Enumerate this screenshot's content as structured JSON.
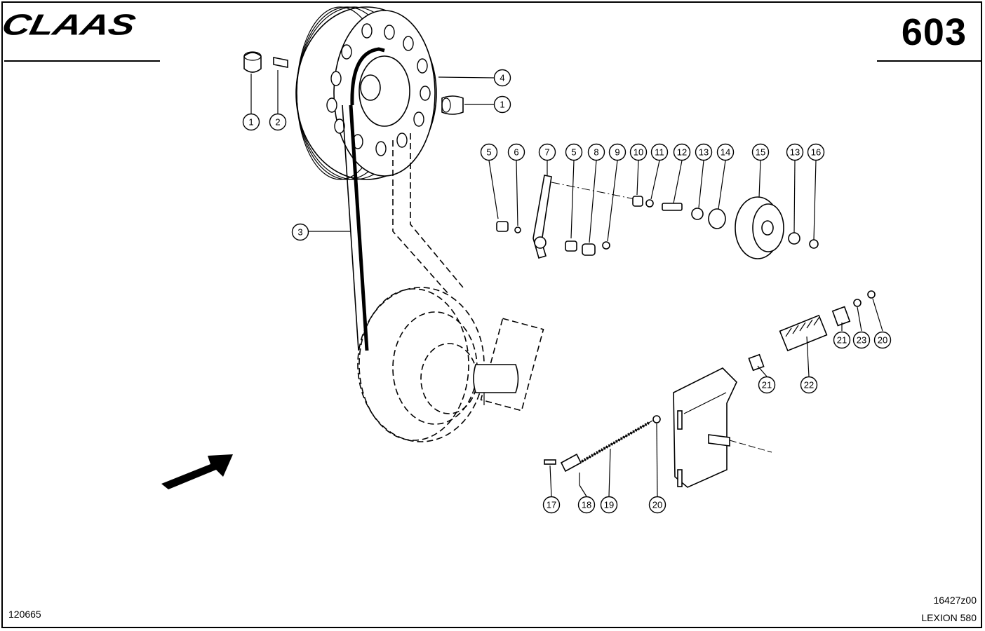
{
  "header": {
    "brand": "CLAAS",
    "page_number": "603"
  },
  "footer": {
    "doc_id": "120665",
    "drawing_code": "16427z00",
    "model": "LEXION 580"
  },
  "callouts": [
    "1",
    "2",
    "4",
    "1",
    "3",
    "5",
    "6",
    "7",
    "5",
    "8",
    "9",
    "10",
    "11",
    "12",
    "13",
    "14",
    "15",
    "13",
    "16",
    "21",
    "23",
    "20",
    "21",
    "22",
    "17",
    "18",
    "19",
    "20"
  ]
}
